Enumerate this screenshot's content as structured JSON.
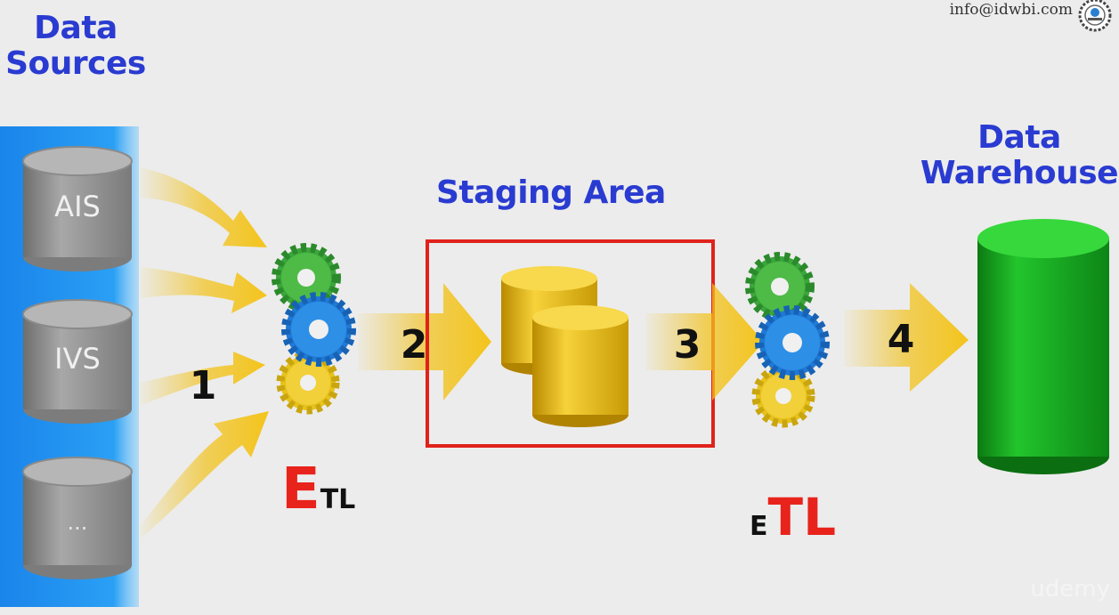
{
  "header": {
    "email": "info@idwbi.com",
    "logo_icon": "idwbi-seal-logo"
  },
  "sources": {
    "title_line1": "Data",
    "title_line2": "Sources",
    "items": [
      "AIS",
      "IVS",
      "..."
    ]
  },
  "staging": {
    "title": "Staging Area"
  },
  "warehouse": {
    "title_line1": "Data",
    "title_line2": "Warehouse"
  },
  "steps": [
    "1",
    "2",
    "3",
    "4"
  ],
  "etl_left": {
    "big": "E",
    "small": "TL"
  },
  "etl_right": {
    "small": "E",
    "big": "TL"
  },
  "watermark": "udemy",
  "colors": {
    "title_blue": "#2a3bd1",
    "source_panel_blue": "#1f8ef0",
    "arrow_gold": "#f2c21a",
    "staging_box_red": "#e0221b",
    "warehouse_green": "#14a81e",
    "etl_red": "#e8231b"
  }
}
